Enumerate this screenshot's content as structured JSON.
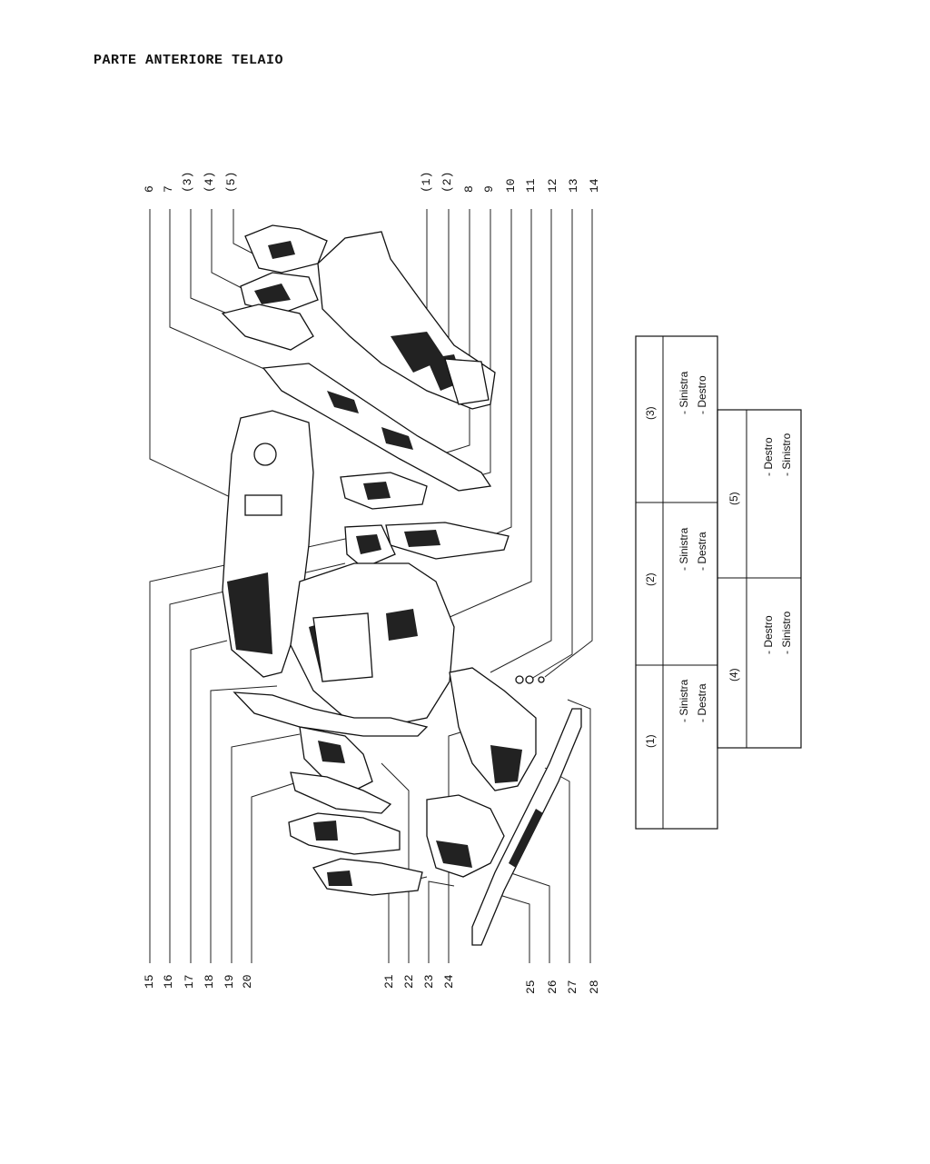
{
  "title": "PARTE ANTERIORE TELAIO",
  "callouts_top": [
    "6",
    "7",
    "(3)",
    "(4)",
    "(5)",
    "(1)",
    "(2)",
    "8",
    "9",
    "10",
    "11",
    "12",
    "13",
    "14"
  ],
  "callouts_bottom": [
    "15",
    "16",
    "17",
    "18",
    "19",
    "20",
    "21",
    "22",
    "23",
    "24",
    "25",
    "26",
    "27",
    "28"
  ],
  "legend": {
    "c1": {
      "header": "(1)",
      "a": "- Sinistra",
      "b": "- Destra"
    },
    "c2": {
      "header": "(2)",
      "a": "- Sinistra",
      "b": "- Destra"
    },
    "c3": {
      "header": "(3)",
      "a": "- Sinistra",
      "b": "- Destro"
    },
    "c4": {
      "header": "(4)",
      "a": "- Destro",
      "b": "- Sinistro"
    },
    "c5": {
      "header": "(5)",
      "a": "- Destro",
      "b": "- Sinistro"
    }
  }
}
